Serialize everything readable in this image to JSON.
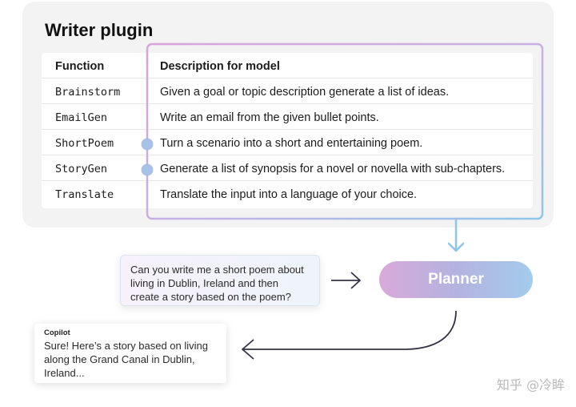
{
  "panel": {
    "title": "Writer plugin"
  },
  "table": {
    "headers": {
      "function": "Function",
      "description": "Description for model"
    },
    "rows": [
      {
        "function": "Brainstorm",
        "description": "Given a goal or topic description generate a list of ideas."
      },
      {
        "function": "EmailGen",
        "description": "Write an email from the given bullet points."
      },
      {
        "function": "ShortPoem",
        "description": "Turn a scenario into a short and entertaining poem."
      },
      {
        "function": "StoryGen",
        "description": "Generate a list of synopsis for a novel or novella with sub-chapters."
      },
      {
        "function": "Translate",
        "description": "Translate the input into a language of your choice."
      }
    ]
  },
  "prompt": {
    "text": "Can you write me a short poem about living in Dublin, Ireland and then create a story based on the poem?"
  },
  "planner": {
    "label": "Planner"
  },
  "response": {
    "label": "Copilot",
    "text": "Sure! Here’s a story based on living along the Grand Canal in Dublin, Ireland..."
  },
  "watermark": {
    "text": "知乎 @冷眸"
  },
  "colors": {
    "highlight_start": "#d7a3da",
    "highlight_end": "#8ec6ea",
    "node": "#a9c1e6",
    "arrow_dark": "#333344",
    "panel_bg": "#f3f3f3"
  }
}
